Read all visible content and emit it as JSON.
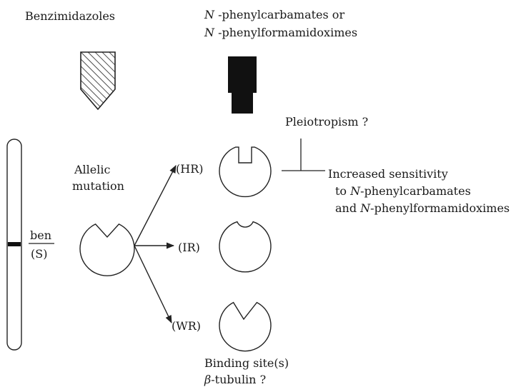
{
  "fungicides": {
    "benzimidazoles": "Benzimidazoles",
    "n_line1_italic": "N",
    "n_line1_rest": " -phenylcarbamates or",
    "n_line2_italic": "N",
    "n_line2_rest": " -phenylformamidoximes"
  },
  "chromosome": {
    "locus_top": "ben",
    "locus_bottom": "(S)"
  },
  "mutation": {
    "line1": "Allelic",
    "line2": "mutation"
  },
  "phenotypes": {
    "hr": "(HR)",
    "ir": "(IR)",
    "wr": "(WR)"
  },
  "effects": {
    "pleiotropism": "Pleiotropism ?",
    "sens_line1": "Increased sensitivity",
    "sens_line2_pre": "to ",
    "sens_line2_italic": "N",
    "sens_line2_rest": "-phenylcarbamates",
    "sens_line3_pre": "and ",
    "sens_line3_italic": "N",
    "sens_line3_rest": "-phenylformamidoximes"
  },
  "target": {
    "line1": "Binding site(s)",
    "line2_greek": "β",
    "line2_rest": "-tubulin ?"
  }
}
